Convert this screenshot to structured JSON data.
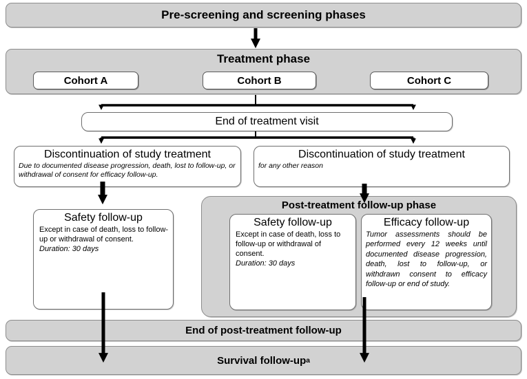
{
  "diagram": {
    "title": "Clinical trial study design flowchart",
    "colors": {
      "phase_bar_fill": "#d2d2d2",
      "phase_bar_border": "#8c8c8c",
      "box_fill": "#ffffff",
      "box_border": "#6e6e6e",
      "connector": "#000000",
      "page_background": "#ffffff"
    }
  },
  "prescreening": {
    "label": "Pre-screening and screening phases"
  },
  "treatment": {
    "label": "Treatment phase",
    "cohorts": [
      {
        "label": "Cohort A"
      },
      {
        "label": "Cohort B"
      },
      {
        "label": "Cohort C"
      }
    ]
  },
  "end_of_treatment_visit": {
    "label": "End of treatment visit"
  },
  "discontinuation_left": {
    "title": "Discontinuation of study treatment",
    "detail": "Due to documented disease progression, death, lost to follow-up, or withdrawal of consent for efficacy follow-up."
  },
  "discontinuation_right": {
    "title": "Discontinuation of study treatment",
    "detail": "for any other reason"
  },
  "safety_followup_left": {
    "title": "Safety follow-up",
    "detail": "Except in case of death, loss to follow-up or withdrawal of consent.",
    "duration": "Duration: 30 days"
  },
  "post_treatment": {
    "label": "Post-treatment follow-up phase",
    "safety": {
      "title": "Safety follow-up",
      "detail": "Except in case of death, loss to follow-up or withdrawal of consent.",
      "duration": "Duration: 30 days"
    },
    "efficacy": {
      "title": "Efficacy follow-up",
      "detail": "Tumor assessments should be performed every 12 weeks until documented disease progression, death, lost to follow-up, or withdrawn consent to efficacy follow-up or end of study."
    }
  },
  "end_of_post_treatment": {
    "label": "End of post-treatment follow-up"
  },
  "survival": {
    "label": "Survival follow-up",
    "footnote_marker": "a"
  }
}
